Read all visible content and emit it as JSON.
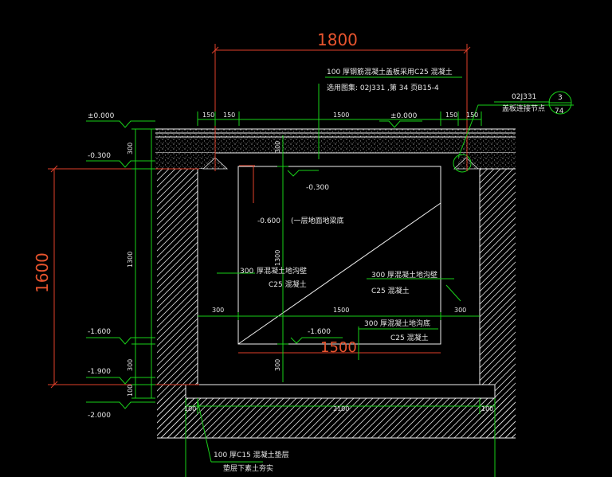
{
  "colors": {
    "background": "#000000",
    "structure": "#f0f0f0",
    "dimension": "#19d019",
    "overall_dimension": "#e0402a",
    "text": "#e6e6e6"
  },
  "dims": {
    "top_width": "1800",
    "left_height": "1600",
    "inner_width": "1500",
    "top_150_a": "150",
    "top_150_b": "150",
    "top_1500": "1500",
    "top_150_c": "150",
    "top_150_d": "150",
    "v_300_top": "300",
    "v_1300": "1300",
    "v_300_mid": "300",
    "v_100": "100",
    "v_300_slab": "300",
    "v_1300_inner": "1300",
    "v_300_base": "300",
    "wall_300_left": "300",
    "span_1500_mid": "1500",
    "wall_300_right": "300",
    "base_100_left": "100",
    "base_2100": "2100",
    "base_100_right": "100"
  },
  "levels": {
    "pm0": "±0.000",
    "pm0_top": "±0.000",
    "m0300": "-0.300",
    "m0300_in": "-0.300",
    "m0600": "-0.600",
    "m1600": "-1.600",
    "m1600_in": "-1.600",
    "m1900": "-1.900",
    "m2000": "-2.000"
  },
  "notes": {
    "cover_line1": "100   厚钢筋混凝土盖板采用C25   混凝土",
    "cover_line2": "选用图集: 02J331     ,第 34  页B15-4",
    "detail_ref": "02J331",
    "detail_title": "盖板连接节点",
    "detail_num": "3",
    "detail_page": "74",
    "first_floor": "(一层地面地梁底",
    "wall_left_1": "厚混凝土地沟壁",
    "wall_left_2": "C25   混凝土",
    "wall_left_num": "300",
    "wall_right_1": "300   厚混凝土地沟壁",
    "wall_right_2": "C25   混凝土",
    "floor_1": "300   厚混凝土地沟底",
    "floor_2": "C25   混凝土",
    "pad_1": "100   厚C15   混凝土垫层",
    "pad_2": "垫层下素土夯实"
  }
}
